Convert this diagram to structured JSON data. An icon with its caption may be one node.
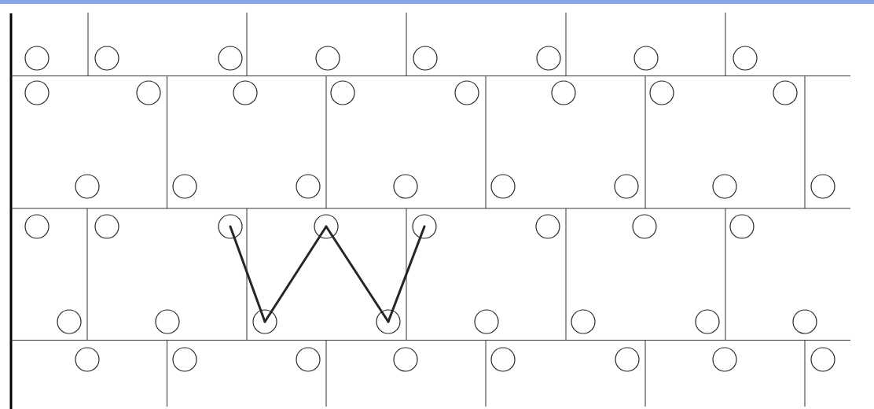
{
  "diagram": {
    "nodes": [
      {
        "text": [],
        "shape": "circle"
      },
      {
        "text": [],
        "shape": "circle"
      },
      {
        "text": [],
        "shape": "circle"
      },
      {
        "text": [],
        "shape": "circle"
      },
      {
        "text": [],
        "shape": "circle"
      },
      {
        "text": [],
        "shape": "circle"
      },
      {
        "text": [],
        "shape": "circle"
      },
      {
        "text": [],
        "shape": "circle"
      },
      {
        "text": [],
        "shape": "circle"
      },
      {
        "text": [],
        "shape": "circle"
      },
      {
        "text": [],
        "shape": "circle"
      },
      {
        "text": [],
        "shape": "circle"
      },
      {
        "text": [],
        "shape": "circle"
      },
      {
        "text": [],
        "shape": "circle"
      },
      {
        "text": [],
        "shape": "circle"
      },
      {
        "text": [],
        "shape": "circle"
      },
      {
        "text": [],
        "shape": "circle"
      },
      {
        "text": [],
        "shape": "circle"
      },
      {
        "text": [],
        "shape": "circle"
      },
      {
        "text": [],
        "shape": "circle"
      },
      {
        "text": [],
        "shape": "circle"
      },
      {
        "text": [],
        "shape": "circle"
      },
      {
        "text": [],
        "shape": "circle"
      },
      {
        "text": [],
        "shape": "circle"
      },
      {
        "text": [],
        "shape": "circle"
      },
      {
        "text": [],
        "shape": "circle"
      },
      {
        "text": [],
        "shape": "circle"
      },
      {
        "text": [],
        "shape": "circle"
      },
      {
        "text": [],
        "shape": "circle"
      },
      {
        "text": [],
        "shape": "circle"
      },
      {
        "text": [],
        "shape": "circle"
      },
      {
        "text": [],
        "shape": "circle"
      },
      {
        "text": [],
        "shape": "circle"
      },
      {
        "text": [],
        "shape": "circle"
      },
      {
        "text": [],
        "shape": "circle"
      },
      {
        "text": [],
        "shape": "circle"
      },
      {
        "text": [],
        "shape": "circle"
      },
      {
        "text": [],
        "shape": "circle"
      },
      {
        "text": [],
        "shape": "circle"
      },
      {
        "text": [],
        "shape": "circle"
      },
      {
        "text": [],
        "shape": "circle"
      },
      {
        "text": [],
        "shape": "circle"
      },
      {
        "text": [],
        "shape": "circle"
      },
      {
        "text": [],
        "shape": "circle"
      },
      {
        "text": [],
        "shape": "circle"
      },
      {
        "text": [],
        "shape": "circle"
      },
      {
        "text": [],
        "shape": "circle"
      },
      {
        "text": [],
        "shape": "circle"
      }
    ],
    "edges": [
      {
        "from": 26,
        "to": 34,
        "arrow": "none"
      },
      {
        "from": 34,
        "to": 27,
        "arrow": "none"
      },
      {
        "from": 27,
        "to": 35,
        "arrow": "none"
      },
      {
        "from": 35,
        "to": 28,
        "arrow": "none"
      }
    ]
  }
}
